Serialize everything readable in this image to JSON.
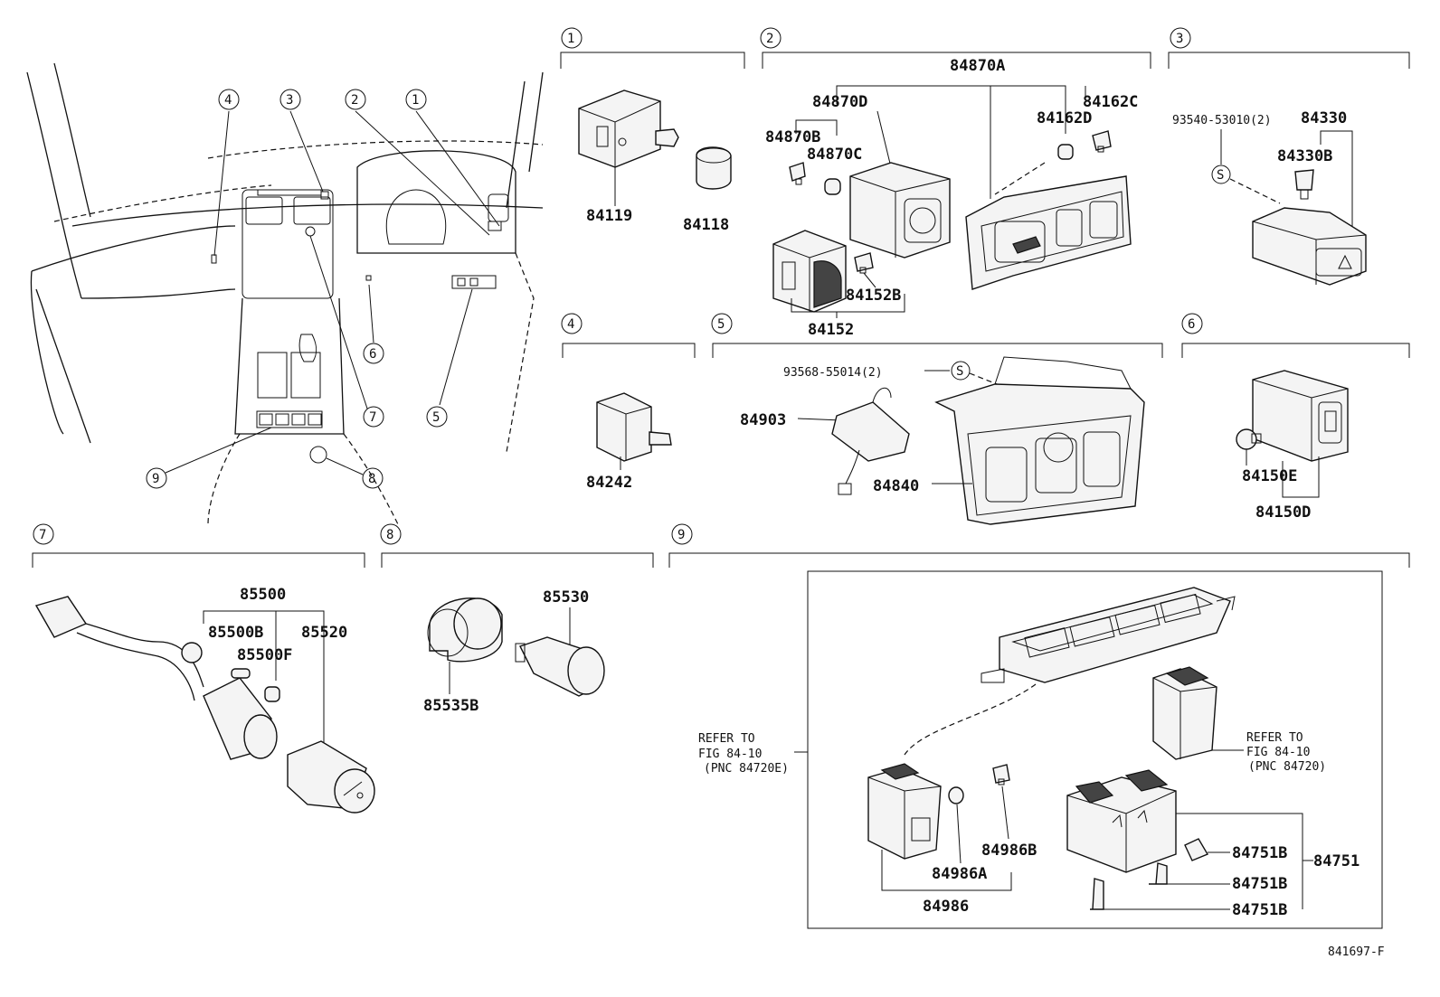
{
  "overview": {
    "callouts": [
      "1",
      "2",
      "3",
      "4",
      "5",
      "6",
      "7",
      "8",
      "9"
    ]
  },
  "sections": [
    {
      "num": "1",
      "parts": [
        "84119",
        "84118"
      ]
    },
    {
      "num": "2",
      "parts": [
        "84870A",
        "84870D",
        "84870B",
        "84870C",
        "84162D",
        "84162C",
        "84152B",
        "84152"
      ]
    },
    {
      "num": "3",
      "parts": [
        "93540-53010(2)",
        "84330",
        "84330B",
        "S"
      ]
    },
    {
      "num": "4",
      "parts": [
        "84242"
      ]
    },
    {
      "num": "5",
      "parts": [
        "93568-55014(2)",
        "S",
        "84903",
        "84840"
      ]
    },
    {
      "num": "6",
      "parts": [
        "84150E",
        "84150D"
      ]
    },
    {
      "num": "7",
      "parts": [
        "85500",
        "85500B",
        "85520",
        "85500F"
      ]
    },
    {
      "num": "8",
      "parts": [
        "85530",
        "85535B"
      ]
    },
    {
      "num": "9",
      "parts": [
        "84986B",
        "84986A",
        "84986",
        "84751B",
        "84751B",
        "84751B",
        "84751"
      ]
    }
  ],
  "refs": [
    {
      "line1": "REFER TO",
      "line2": "FIG 84-10",
      "line3": "(PNC 84720E)"
    },
    {
      "line1": "REFER TO",
      "line2": "FIG 84-10",
      "line3": "(PNC 84720)"
    }
  ],
  "figure_id": "841697-F"
}
